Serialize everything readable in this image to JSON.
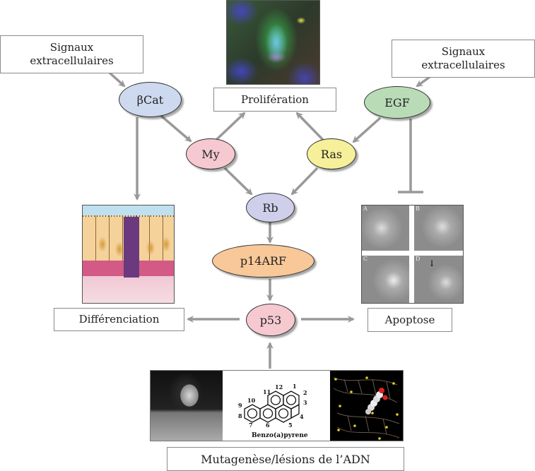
{
  "diagram": {
    "boxes": {
      "signals_left": "Signaux extracellulaires",
      "signals_right": "Signaux extracellulaires",
      "proliferation": "Prolifération",
      "differentiation": "Différenciation",
      "apoptosis": "Apoptose",
      "mutagenesis": "Mutagenèse/lésions de l’ADN"
    },
    "nodes": {
      "bcat": {
        "label": "βCat",
        "color": "#cdd9ee"
      },
      "my": {
        "label": "My",
        "color": "#f6c9d1"
      },
      "ras": {
        "label": "Ras",
        "color": "#f7f09a"
      },
      "egf": {
        "label": "EGF",
        "color": "#b9dcb7"
      },
      "rb": {
        "label": "Rb",
        "color": "#cfcfec"
      },
      "p14arf": {
        "label": "p14ARF",
        "color": "#f8c898"
      },
      "p53": {
        "label": "p53",
        "color": "#f6c9d1"
      }
    },
    "apoptosis_panels": [
      "A",
      "B",
      "C",
      "D"
    ],
    "benzopyrene": {
      "title": "Benzo(a)pyrene",
      "positions": [
        "1",
        "2",
        "3",
        "4",
        "5",
        "6",
        "7",
        "8",
        "9",
        "10",
        "11",
        "12"
      ]
    },
    "edges": [
      {
        "from": "signals_left",
        "to": "bcat",
        "type": "activation"
      },
      {
        "from": "signals_right",
        "to": "egf",
        "type": "activation"
      },
      {
        "from": "bcat",
        "to": "my",
        "type": "activation"
      },
      {
        "from": "bcat",
        "to": "differentiation",
        "type": "activation"
      },
      {
        "from": "my",
        "to": "proliferation",
        "type": "activation"
      },
      {
        "from": "ras",
        "to": "proliferation",
        "type": "activation"
      },
      {
        "from": "egf",
        "to": "ras",
        "type": "activation"
      },
      {
        "from": "egf",
        "to": "apoptosis",
        "type": "inhibition"
      },
      {
        "from": "my",
        "to": "rb",
        "type": "activation"
      },
      {
        "from": "ras",
        "to": "rb",
        "type": "activation"
      },
      {
        "from": "rb",
        "to": "p14arf",
        "type": "activation"
      },
      {
        "from": "p14arf",
        "to": "p53",
        "type": "activation"
      },
      {
        "from": "p53",
        "to": "differentiation",
        "type": "activation"
      },
      {
        "from": "p53",
        "to": "apoptosis",
        "type": "activation"
      },
      {
        "from": "mutagenesis",
        "to": "p53",
        "type": "activation"
      }
    ]
  }
}
